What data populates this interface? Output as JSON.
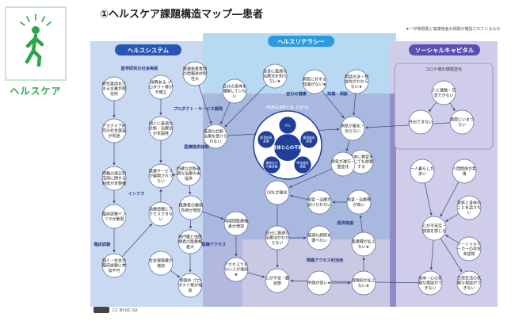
{
  "logo": {
    "text": "ヘルスケア",
    "icon": "walking-person-icon",
    "color": "#2aa64a"
  },
  "title": "①ヘルスケア課題構造マップ―患者",
  "note": "★一印等根拠と健康格差の相関が確認されているもの",
  "credit": "CC BY-NC-SA",
  "panels": {
    "system": "ヘルスシステム",
    "literacy": "ヘルスリテラシー",
    "social": "ソーシャルキャピタル",
    "corona": "コロナ禍の環境変化"
  },
  "center": {
    "title": "身体と心の不調",
    "ring_label": "65歳未満死亡率 上位5位",
    "petals": [
      "がん",
      "循環器系疾患",
      "呼吸器系疾患",
      "精神及び行動疾患",
      "筋骨格系疾患"
    ]
  },
  "categories": {
    "research": "医学研究の社会実装",
    "prosys": "プロダクト・サービス開発",
    "provider": "医療提供体制",
    "infra": "インフラ",
    "trial": "臨床試験",
    "access": "医療アクセス",
    "stigma": "自分の健康",
    "knowledge": "知識・相談",
    "economic": "経済格差",
    "infoaccess": "情報アクセス利活用"
  },
  "nodes": {
    "n1": "研究実用化できる企業が限定的",
    "n2": "採算ある プロダクト等が不確立",
    "n3": "医療患者者間の情報非対称性大",
    "n4": "自分の身体を理解していない",
    "n5": "自身に最適な治療法を知らない★",
    "n6": "病気に対する知識がない★",
    "n7": "相談方法・相談先がわからない★",
    "n8": "アカデミア研究の社会実装が低迷",
    "n9": "個人に最適な診断・治療法が未開発",
    "n10": "最適な診断・治療を受けられない",
    "n11": "病気が悪化・治らない",
    "n12": "人と接触・交流できない",
    "n13": "外出できない",
    "n14": "病院にいきづらい",
    "n15": "情報の適正利活用に関する制度が未整備",
    "n16": "医療サービスが展開されづらい",
    "n17": "的確な診断最適な治療の未提供",
    "n18": "身体に異変を感じても放置する",
    "n19": "病気が進行・重症化",
    "n20": "一人暮らしが多い",
    "n21": "人間関係が希薄",
    "n22": "臨床試験インフラが脆弱",
    "n23": "治験情報にアクセスできない",
    "n24": "医療者の業務負荷が増加",
    "n25": "地域間医療格差が増加",
    "n26": "QOLが悪化",
    "n27": "検査・治療が受けられない",
    "n28": "検査・治療費が高い",
    "n29": "家族と身体のことを話さない",
    "n30": "心が不安定・孤独を感じる",
    "n31": "専門職と他医療者の医療格差大",
    "n32": "自分に最適な治療法がわからない",
    "n33": "最適な病院を選べない",
    "n34": "医療費が払えない★",
    "n35": "ソーシャルワーカーの存在未認知",
    "n36": "個人・社会が臨床試験に参加不可",
    "n37": "社会保障費が増加",
    "n38": "アクセスできない人が増加★",
    "n39": "心が不安・鬱状態",
    "n40": "保険外 プロダクト等が増加",
    "n41": "所得が低い★",
    "n42": "保険料が払えない★",
    "n43": "身体・心の気軽な相談ができない",
    "n44": "日常生活の気軽な相談ができない"
  },
  "colors": {
    "system_bg": "#c9d9f1",
    "literacy_bg": "#b7d9f2",
    "social_bg": "#cfcde9",
    "overlap_bg": "#9e9ccd",
    "center_blue": "#1f3f99",
    "node_fill": "#ffffff",
    "node_stroke": "#5a6b9a",
    "arrow": "#3c4a78",
    "category": "#243a8a",
    "logo_green": "#2aa64a"
  }
}
